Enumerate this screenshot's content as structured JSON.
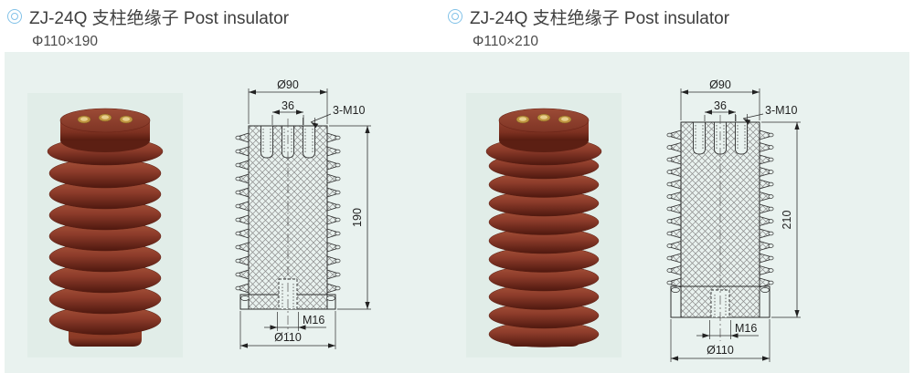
{
  "page": {
    "background": "#ffffff",
    "panel_background": "#e9f2ef"
  },
  "colors": {
    "bullet_ring": "#82c2e8",
    "title_text": "#3e3e3e",
    "subtitle_text": "#4a4a4a",
    "drawing_line": "#2d2d2d",
    "hatch_line": "#8a8a8a",
    "photo_background": "#e1ede8",
    "insulator_highlight": "#a8543a",
    "insulator_body": "#8c3b2a",
    "insulator_shadow": "#4f180f",
    "insulator_base": "#a04a2e",
    "brass_insert": "#c09540",
    "brass_insert_light": "#e6cf8d"
  },
  "products": [
    {
      "title": "ZJ-24Q 支柱绝缘子 Post insulator",
      "size_label": "Φ110×190",
      "drawing_labels": {
        "top_diameter": "Ø90",
        "hole_spacing": "36",
        "top_thread": "3-M10",
        "height": "190",
        "bottom_thread": "M16",
        "bottom_diameter": "Ø110"
      }
    },
    {
      "title": "ZJ-24Q 支柱绝缘子 Post insulator",
      "size_label": "Φ110×210",
      "drawing_labels": {
        "top_diameter": "Ø90",
        "hole_spacing": "36",
        "top_thread": "3-M10",
        "height": "210",
        "bottom_thread": "M16",
        "bottom_diameter": "Ø110"
      }
    }
  ]
}
